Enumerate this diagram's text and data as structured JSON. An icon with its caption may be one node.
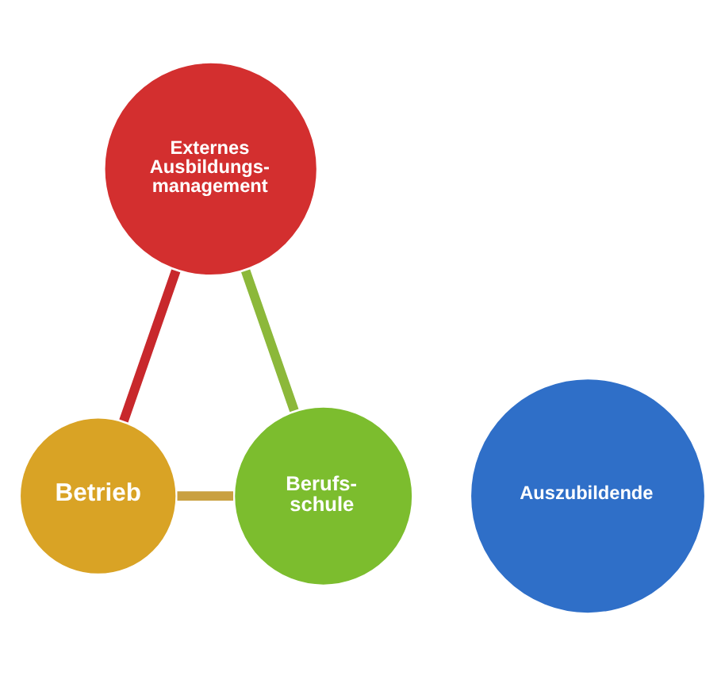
{
  "diagram": {
    "nodes": [
      {
        "text": [
          "Externes Ausbildungs- management"
        ]
      },
      {
        "text": [
          "Auszubildende"
        ]
      },
      {
        "text": [
          "Berufs- schule"
        ]
      },
      {
        "text": [
          "Betrieb"
        ]
      }
    ],
    "edges": [
      {
        "from": 0,
        "to": 3,
        "arrow": "none",
        "color": "#c8282c"
      },
      {
        "from": 3,
        "to": 2,
        "arrow": "none",
        "color": "#c9a040"
      },
      {
        "from": 2,
        "to": 0,
        "arrow": "none",
        "color": "#8cb83a"
      }
    ]
  }
}
